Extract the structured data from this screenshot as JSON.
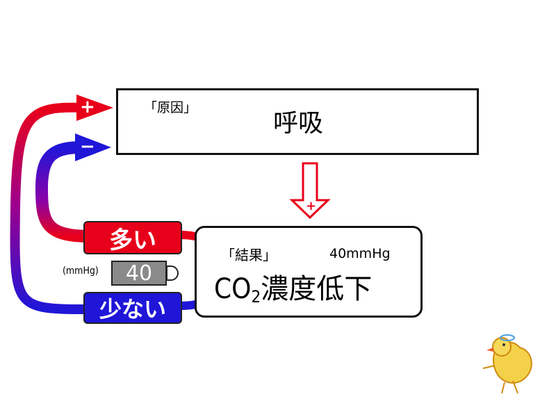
{
  "cause": {
    "label": "「原因」",
    "title": "呼吸"
  },
  "result": {
    "label": "「結果」",
    "normal_value": "40mmHg",
    "co2_prefix": "CO",
    "co2_sub": "2",
    "co2_rest": "濃度低下"
  },
  "arrow_effect": "+",
  "feedback": {
    "plus_sign": "+",
    "minus_sign": "−",
    "more_label": "多い",
    "less_label": "少ない"
  },
  "gauge": {
    "unit": "(mmHg)",
    "value": "40"
  },
  "colors": {
    "plus": "#e8001a",
    "minus": "#1f16d8",
    "effect_arrow": "#e8001a",
    "gauge": "#8a8a8a"
  }
}
